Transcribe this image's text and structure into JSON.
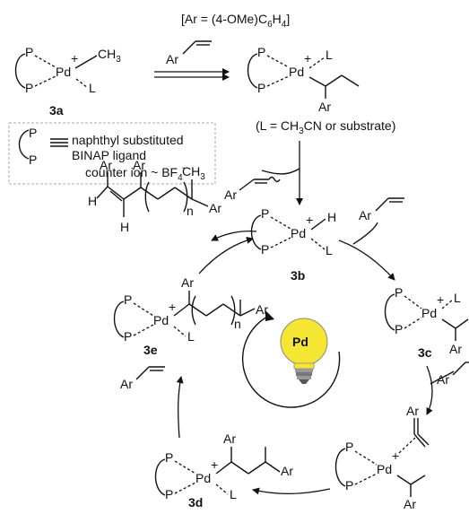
{
  "header": {
    "ar_def": "[Ar = (4-OMe)C",
    "ar_sub": "6",
    "ar_rest": "H",
    "ar_sub2": "4",
    "ar_close": "]"
  },
  "atoms": {
    "P": "P",
    "Pd": "Pd",
    "L": "L",
    "H": "H",
    "Ar": "Ar",
    "n": "n",
    "plus": "+",
    "CH3_C": "CH",
    "CH3_3": "3"
  },
  "labels": {
    "c3a": "3a",
    "c3b": "3b",
    "c3c": "3c",
    "c3d": "3d",
    "c3e": "3e"
  },
  "ligand_note": {
    "line1": "(L = CH",
    "line1_sub": "3",
    "line1_rest": "CN or substrate)"
  },
  "legend": {
    "line1": "naphthyl substituted",
    "line2": "BINAP ligand",
    "line3": "counter ion ~ BF",
    "line3_sub": "4",
    "line3_sup": "-"
  },
  "bulb": {
    "label": "Pd",
    "color": "#f6e634"
  }
}
